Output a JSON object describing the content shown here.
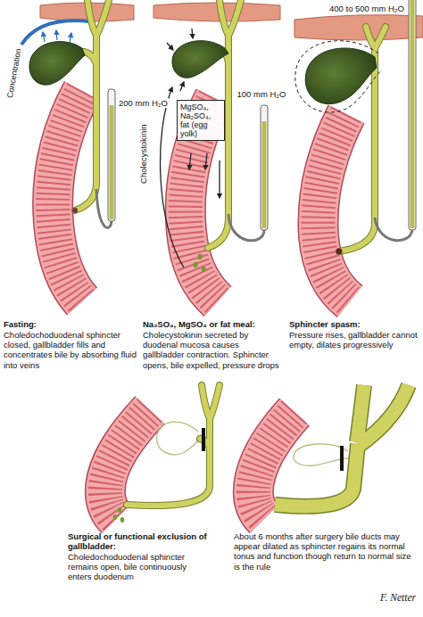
{
  "diagram": {
    "nodes": [
      {
        "text": [
          "MgSO₄, Na₂SO₄, fat (egg yolk)"
        ]
      }
    ],
    "labels": [
      "Concentration",
      "200 mm H₂O",
      "Fasting:",
      "Choledochoduodenal sphincter closed, gallbladder fills and concentrates bile by absorbing fluid into veins",
      "Cholecystokinin",
      "100 mm H₂O",
      "Na₂SO₄, MgSO₄ or fat meal:",
      "Cholecystokinin secreted by duodenal mucosa causes gallbladder contraction. Sphincter opens, bile expelled, pressure drops",
      "400 to 500 mm H₂O",
      "Sphincter spasm:",
      "Pressure rises, gallbladder cannot empty, dilates progressively",
      "Surgical or functional exclusion of gallbladder:",
      "Choledochoduodenal sphincter remains open, bile continuously enters duodenum",
      "About 6 months after surgery bile ducts may appear dilated as sphincter regains its normal tonus and function though return to normal size is the rule",
      "F. Netter"
    ]
  }
}
